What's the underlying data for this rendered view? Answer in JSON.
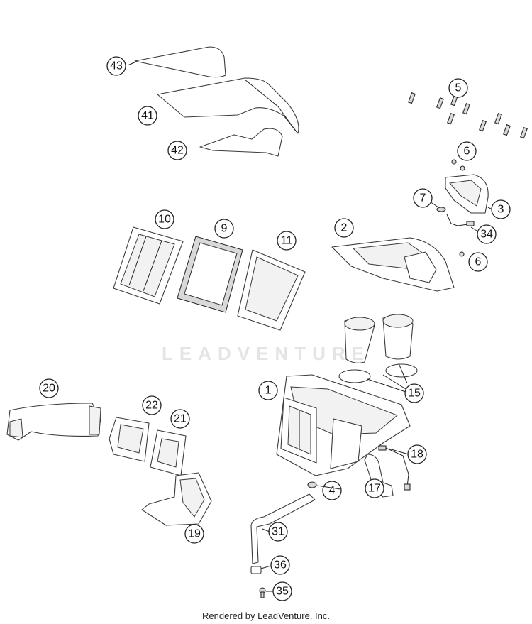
{
  "diagram": {
    "watermark": "LEADVENTURE",
    "footer": "Rendered by LeadVenture, Inc.",
    "callouts": [
      {
        "key": "c43",
        "label": "43"
      },
      {
        "key": "c41",
        "label": "41"
      },
      {
        "key": "c42",
        "label": "42"
      },
      {
        "key": "c5",
        "label": "5"
      },
      {
        "key": "c6a",
        "label": "6"
      },
      {
        "key": "c7",
        "label": "7"
      },
      {
        "key": "c3",
        "label": "3"
      },
      {
        "key": "c34",
        "label": "34"
      },
      {
        "key": "c6b",
        "label": "6"
      },
      {
        "key": "c2",
        "label": "2"
      },
      {
        "key": "c10",
        "label": "10"
      },
      {
        "key": "c9",
        "label": "9"
      },
      {
        "key": "c11",
        "label": "11"
      },
      {
        "key": "c1",
        "label": "1"
      },
      {
        "key": "c15",
        "label": "15"
      },
      {
        "key": "c20",
        "label": "20"
      },
      {
        "key": "c22",
        "label": "22"
      },
      {
        "key": "c21",
        "label": "21"
      },
      {
        "key": "c18",
        "label": "18"
      },
      {
        "key": "c17",
        "label": "17"
      },
      {
        "key": "c4",
        "label": "4"
      },
      {
        "key": "c19",
        "label": "19"
      },
      {
        "key": "c31",
        "label": "31"
      },
      {
        "key": "c36",
        "label": "36"
      },
      {
        "key": "c35",
        "label": "35"
      }
    ]
  }
}
